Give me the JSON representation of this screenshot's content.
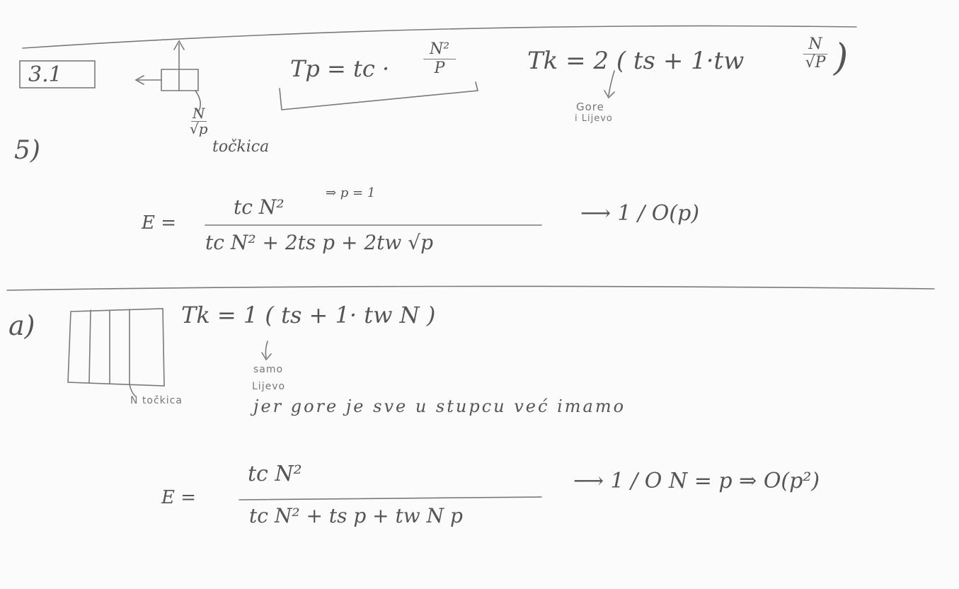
{
  "section_label": "3.1",
  "part_b": {
    "label": "5)",
    "dots_fraction_num": "N",
    "dots_fraction_den": "√p",
    "dots_caption": "točkica",
    "tp_lhs": "Tp = tc ·",
    "tp_num": "N²",
    "tp_den": "P",
    "tk_prefix": "Tk = 2 ( ts + 1·tw",
    "tk_num": "N",
    "tk_den": "√P",
    "tk_suffix": ")",
    "tk_note_1": "Gore",
    "tk_note_2": "i Lijevo",
    "e_lhs": "E =",
    "e_num": "tc N²",
    "e_num_note": "⇒ p = 1",
    "e_den": "tc N² + 2ts p + 2tw √p",
    "e_result": "⟶ 1 / O(p)"
  },
  "part_a": {
    "label": "a)",
    "tk_line": "Tk = 1 ( ts + 1· tw N )",
    "tk_note_1": "samo",
    "tk_note_2": "Lijevo",
    "grid_caption": "N točkica",
    "comment": "jer gore je sve u stupcu već imamo",
    "e_lhs": "E =",
    "e_num": "tc N²",
    "e_den": "tc N²  + ts p + tw N p",
    "e_result": "⟶ 1 / O N = p ⇒ O(p²)"
  },
  "colors": {
    "ink": "#555555",
    "paper": "#fbfbfb"
  }
}
